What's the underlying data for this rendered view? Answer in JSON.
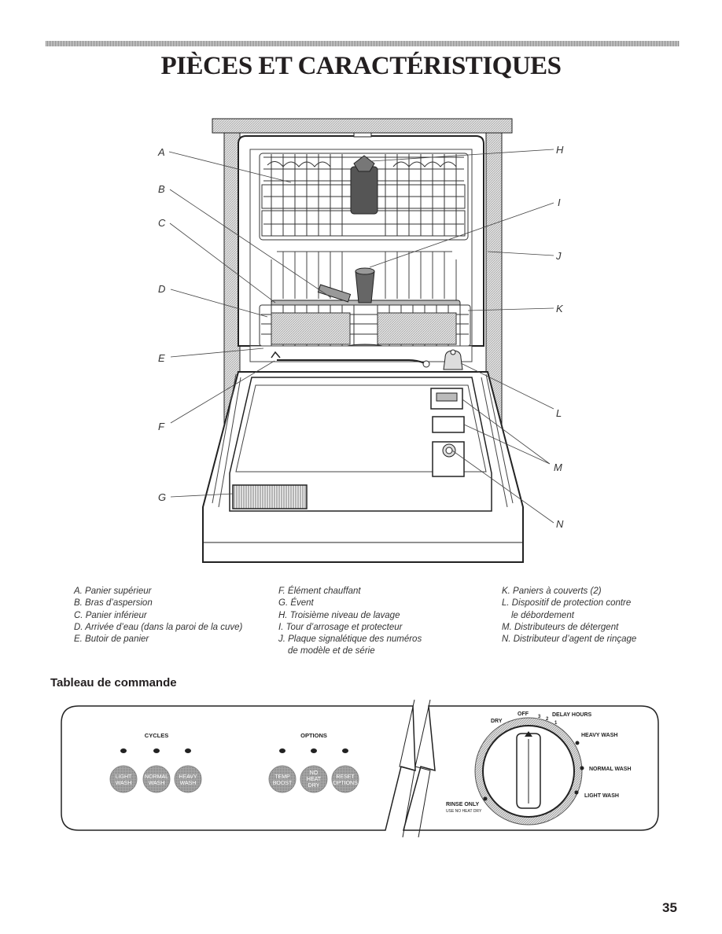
{
  "page": {
    "title": "PIÈCES ET CARACTÉRISTIQUES",
    "section_title": "Tableau de commande",
    "page_number": "35"
  },
  "callouts": [
    "A",
    "B",
    "C",
    "D",
    "E",
    "F",
    "G",
    "H",
    "I",
    "J",
    "K",
    "L",
    "M",
    "N"
  ],
  "legend": {
    "col1": [
      "A. Panier supérieur",
      "B. Bras d’aspersion",
      "C. Panier inférieur",
      "D. Arrivée d’eau (dans la paroi de la cuve)",
      "E. Butoir de panier"
    ],
    "col2": [
      "F. Élément chauffant",
      "G. Évent",
      "H. Troisième niveau de lavage",
      "I. Tour d’arrosage et protecteur",
      "J. Plaque signalétique des numéros",
      "de modèle et de série"
    ],
    "col3": [
      "K. Paniers à couverts (2)",
      "L. Dispositif de protection contre",
      "le débordement",
      "M. Distributeurs de détergent",
      "N. Distributeur d’agent de rinçage"
    ]
  },
  "control_panel": {
    "cycles_label": "CYCLES",
    "options_label": "OPTIONS",
    "cycle_buttons": [
      {
        "line1": "LIGHT",
        "line2": "WASH",
        "line3": ""
      },
      {
        "line1": "NORMAL",
        "line2": "WASH",
        "line3": ""
      },
      {
        "line1": "HEAVY",
        "line2": "WASH",
        "line3": ""
      }
    ],
    "option_buttons": [
      {
        "line1": "TEMP",
        "line2": "BOOST",
        "line3": ""
      },
      {
        "line1": "NO",
        "line2": "HEAT",
        "line3": "DRY"
      },
      {
        "line1": "RESET",
        "line2": "OPTIONS",
        "line3": ""
      }
    ],
    "dial": {
      "off": "OFF",
      "dry": "DRY",
      "delay_numbers": [
        "3",
        "2",
        "1"
      ],
      "delay_hours": "DELAY HOURS",
      "heavy_wash": "HEAVY WASH",
      "normal_wash": "NORMAL WASH",
      "light_wash": "LIGHT WASH",
      "rinse_only": "RINSE ONLY",
      "rinse_note": "USE NO HEAT DRY"
    }
  }
}
